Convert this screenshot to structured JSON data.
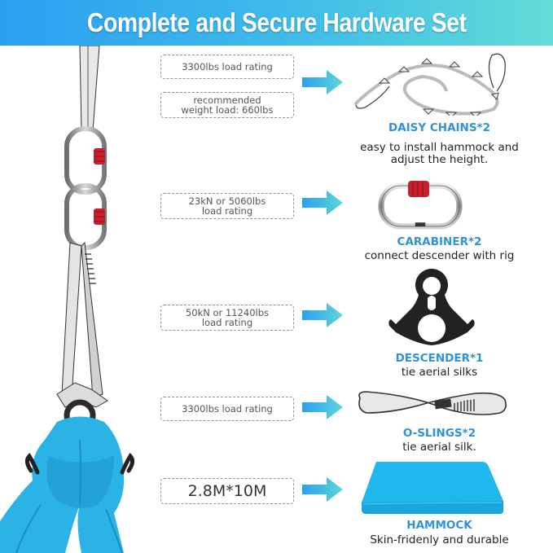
{
  "header": {
    "title": "Complete and Secure Hardware Set",
    "gradient_colors": [
      "#2a9ff0",
      "#62dcd6"
    ]
  },
  "specs": [
    {
      "text": "3300lbs load rating"
    },
    {
      "text": "recommended weight load: 660lbs"
    },
    {
      "text": "23kN or 5060lbs load rating"
    },
    {
      "text": "50kN or 11240lbs load rating"
    },
    {
      "text": "3300lbs load rating"
    },
    {
      "text": "2.8M*10M"
    }
  ],
  "items": [
    {
      "title": "DAISY CHAINS*2",
      "desc": "easy to install hammock and adjust the height.",
      "icon": "daisy-chain-icon"
    },
    {
      "title": "CARABINER*2",
      "desc": "connect descender with rig",
      "icon": "carabiner-icon"
    },
    {
      "title": "DESCENDER*1",
      "desc": "tie aerial silks",
      "icon": "descender-icon"
    },
    {
      "title": "O-SLINGS*2",
      "desc": "tie aerial silk.",
      "icon": "o-sling-icon"
    },
    {
      "title": "HAMMOCK",
      "desc": "Skin-fridenly and durable",
      "icon": "hammock-fabric-icon"
    }
  ],
  "colors": {
    "title_blue": "#2f93d6",
    "hammock_blue": "#1fb5ea",
    "carabiner_lock_red": "#c8202a",
    "dashed_border": "#7a9bb0"
  }
}
